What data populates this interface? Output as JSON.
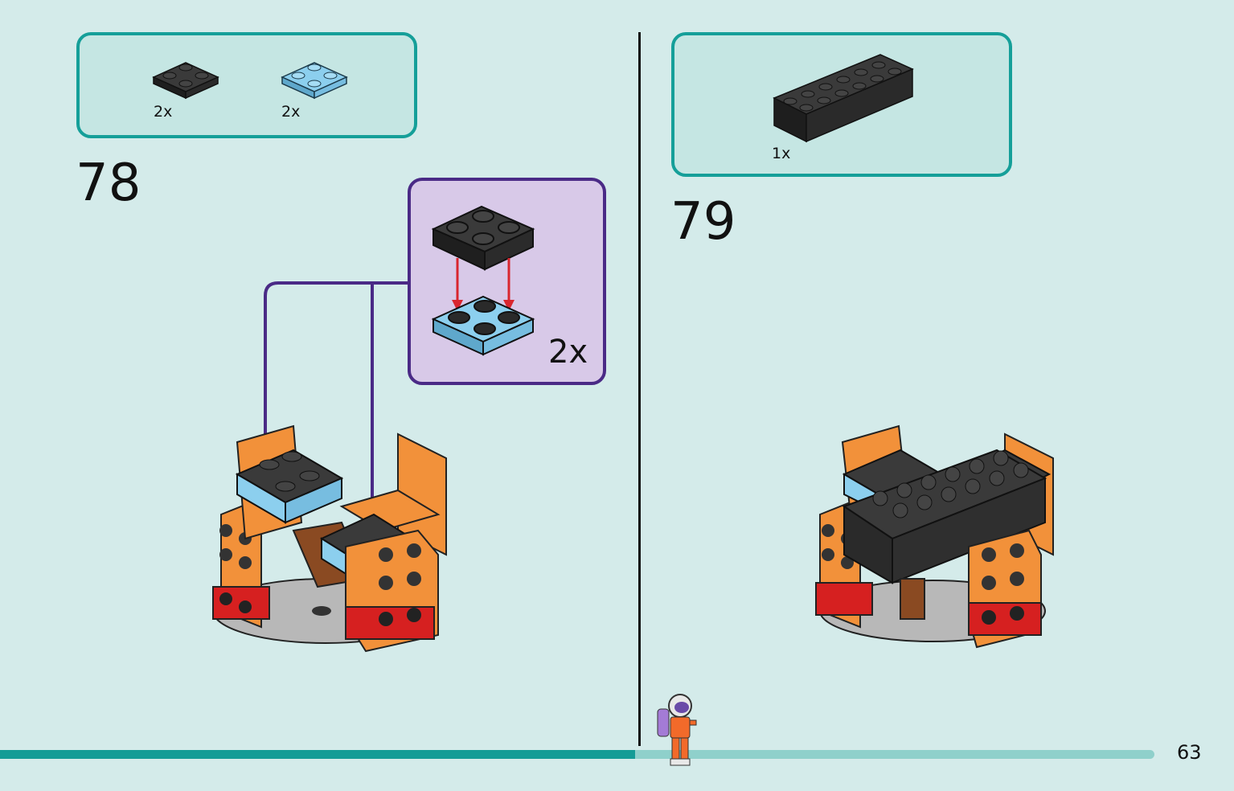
{
  "steps": [
    {
      "number": "78",
      "parts": [
        {
          "qty": "2x",
          "color": "#2f2f2f",
          "shape": "plate-2x2"
        },
        {
          "qty": "2x",
          "color": "#8ccfee",
          "shape": "plate-2x2"
        }
      ],
      "callout": {
        "qty": "2x"
      }
    },
    {
      "number": "79",
      "parts": [
        {
          "qty": "1x",
          "color": "#2f2f2f",
          "shape": "brick-2x6"
        }
      ]
    }
  ],
  "page": {
    "number": "63",
    "progress": 0.55
  },
  "colors": {
    "teal": "#149c96",
    "panel": "#c5e6e3",
    "background": "#d4ebea",
    "callout_border": "#4a2a86",
    "arrow_red": "#d9262e",
    "orange": "#f2913a",
    "red": "#d62020"
  },
  "icons": [
    "minifigure-astronaut-icon"
  ]
}
